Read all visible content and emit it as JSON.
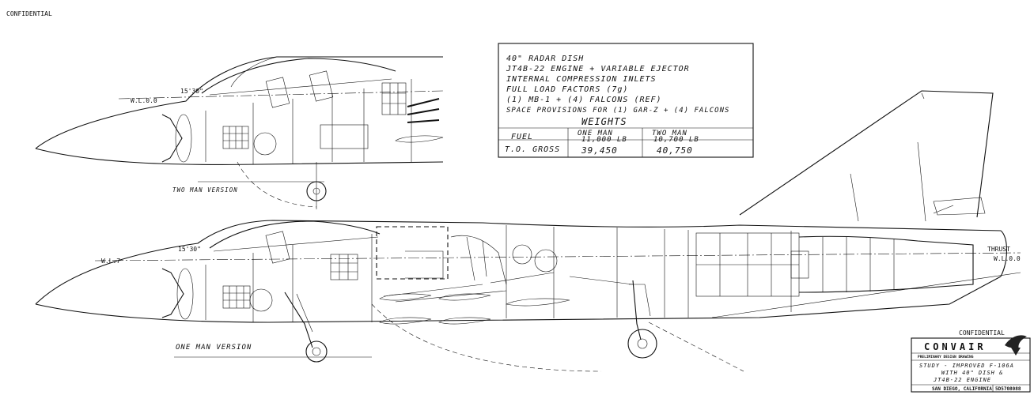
{
  "header": {
    "classification_top": "CONFIDENTIAL"
  },
  "notes": {
    "lines": [
      "40\" RADAR DISH",
      "JT4B-22 ENGINE + VARIABLE EJECTOR",
      "INTERNAL COMPRESSION INLETS",
      "FULL LOAD FACTORS (7g)",
      "(1) MB-1 + (4) FALCONS (REF)",
      "SPACE PROVISIONS FOR (1) GAR-Z + (4) FALCONS"
    ]
  },
  "weights_table": {
    "title": "WEIGHTS",
    "columns": [
      "ONE MAN",
      "TWO MAN"
    ],
    "rows": [
      {
        "label": "FUEL",
        "one_man": "11,000 LB",
        "two_man": "10,700 LB"
      },
      {
        "label": "T.O. GROSS",
        "one_man": "39,450",
        "two_man": "40,750"
      }
    ]
  },
  "views": {
    "two_man_label": "TWO MAN VERSION",
    "one_man_label": "ONE MAN VERSION",
    "top_annotations": [
      "15'30\"",
      "W.L.0.0"
    ],
    "bottom_annotations": [
      "15'30\"",
      "W.L.7",
      "THRUST",
      "W.L.0.0"
    ]
  },
  "title_block": {
    "classification": "CONFIDENTIAL",
    "company": "CONVAIR",
    "drawing_type": "PRELIMINARY DESIGN DRAWING",
    "title_lines": [
      "STUDY - IMPROVED F-106A",
      "WITH 40\" DISH &",
      "JT4B-22 ENGINE"
    ],
    "division": "SAN DIEGO, CALIFORNIA",
    "drawing_number": "5D5708088"
  }
}
